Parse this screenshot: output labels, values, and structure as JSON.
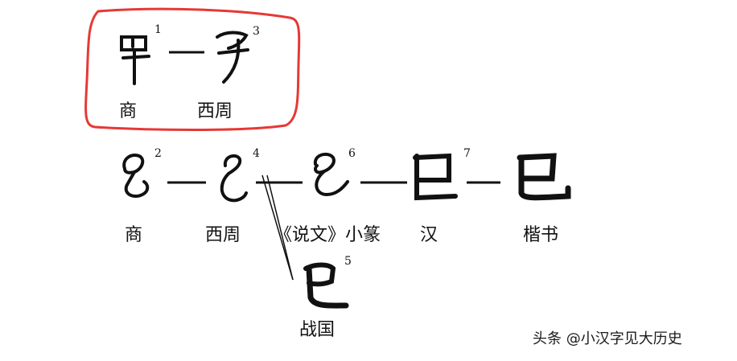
{
  "highlight_box": {
    "color": "#e53935"
  },
  "row1": {
    "nodes": [
      {
        "num": "1",
        "label": "商"
      },
      {
        "num": "3",
        "label": "西周"
      }
    ],
    "connector": "—"
  },
  "row2": {
    "nodes": [
      {
        "num": "2",
        "label": "商"
      },
      {
        "num": "4",
        "label": "西周"
      },
      {
        "num": "6",
        "label": "《说文》小篆"
      },
      {
        "num": "7",
        "label": "汉"
      },
      {
        "num": "",
        "label": "楷书"
      }
    ],
    "connector": "—"
  },
  "branch": {
    "num": "5",
    "label": "战国"
  },
  "watermark": "头条 @小汉字见大历史"
}
